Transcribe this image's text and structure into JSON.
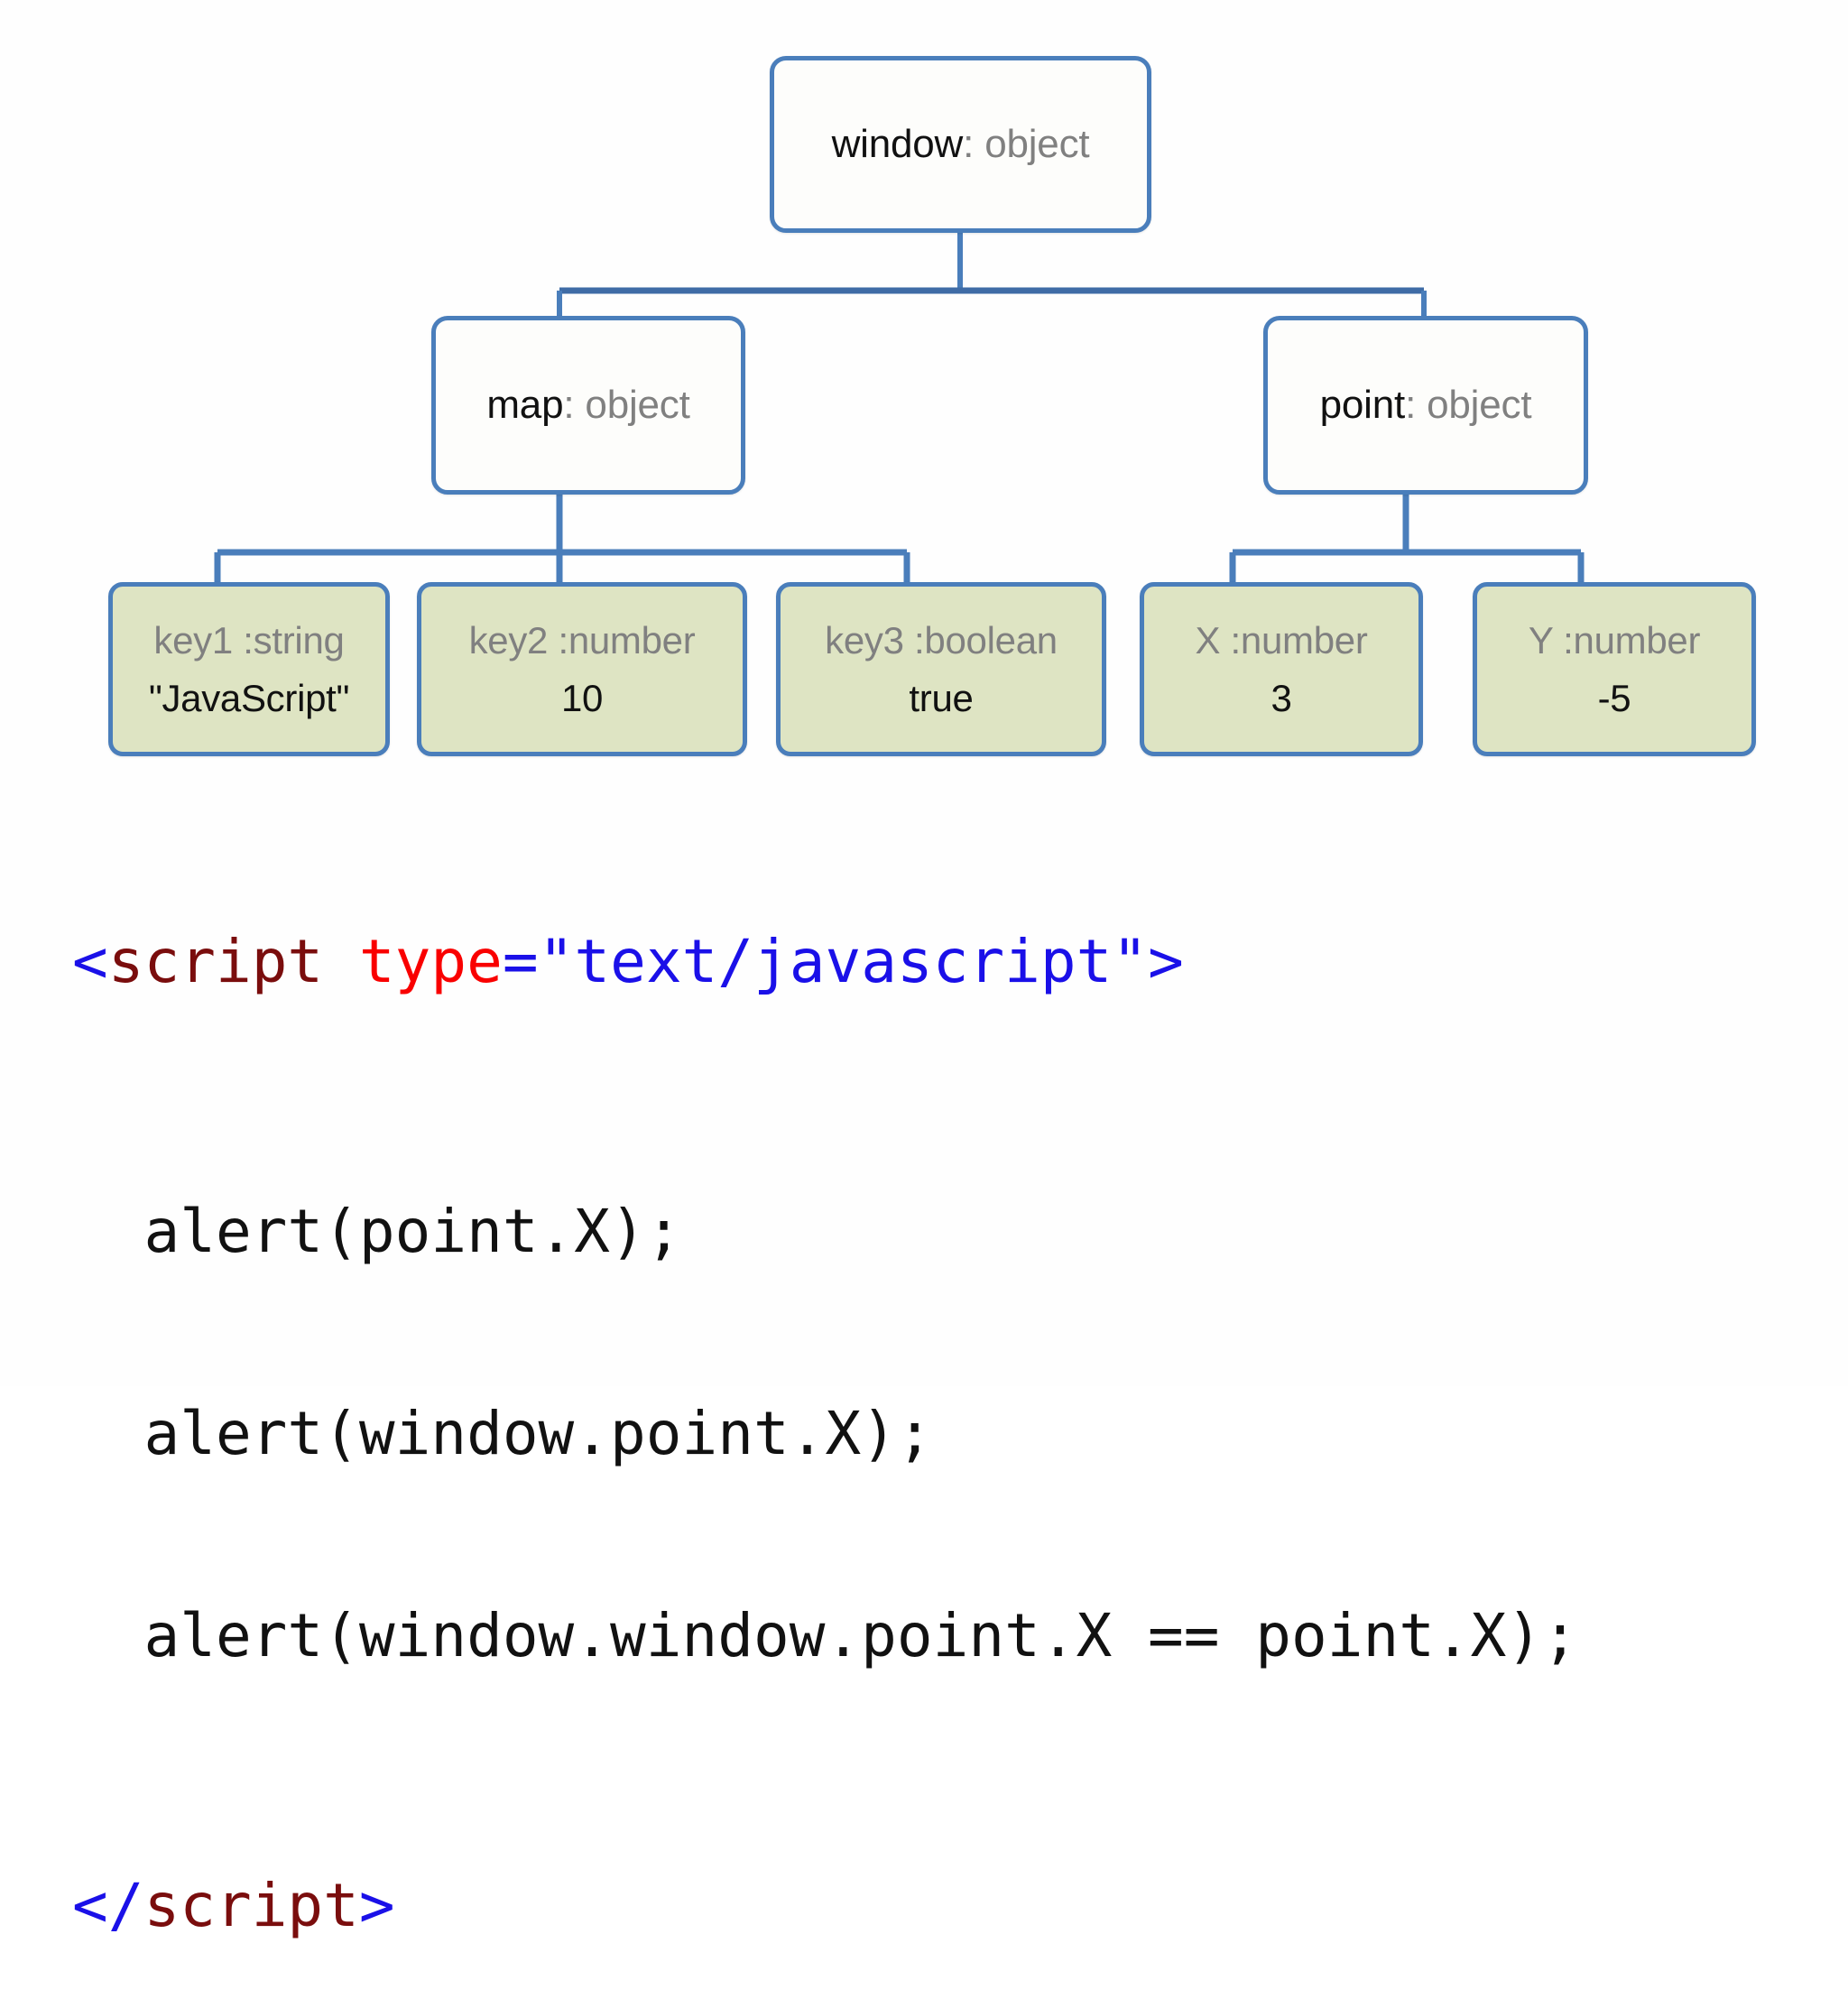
{
  "diagram": {
    "kind": "object-tree",
    "colors": {
      "node_border": "#4a7ebb",
      "object_fill": "#fdfdfb",
      "leaf_fill": "#dee4c3",
      "type_text": "#808080",
      "name_text": "#111111",
      "connector": "#4a7ebb"
    },
    "root": {
      "name": "window",
      "separator": ":",
      "type": "object"
    },
    "objects": [
      {
        "name": "map",
        "separator": ":",
        "type": "object"
      },
      {
        "name": "point",
        "separator": ":",
        "type": "object"
      }
    ],
    "leaves": [
      {
        "key": "key1 :string",
        "value": "\"JavaScript\"",
        "parent": "map"
      },
      {
        "key": "key2 :number",
        "value": "10",
        "parent": "map"
      },
      {
        "key": "key3 :boolean",
        "value": "true",
        "parent": "map"
      },
      {
        "key": "X :number",
        "value": "3",
        "parent": "point"
      },
      {
        "key": "Y :number",
        "value": "-5",
        "parent": "point"
      }
    ]
  },
  "code": {
    "language": "html",
    "open_tag": {
      "lt": "<",
      "tag": "script",
      "space": " ",
      "attr": "type",
      "eq": "=",
      "value": "\"text/javascript\"",
      "gt": ">"
    },
    "body_lines": [
      "  alert(point.X);",
      "  alert(window.point.X);",
      "  alert(window.window.point.X == point.X);"
    ],
    "close_tag": {
      "lt": "</",
      "tag": "script",
      "gt": ">"
    },
    "colors": {
      "bracket": "#1a10e8",
      "tag_name": "#7a0d0d",
      "attribute": "#f90000",
      "string": "#1a10e8",
      "plain": "#111111"
    }
  }
}
